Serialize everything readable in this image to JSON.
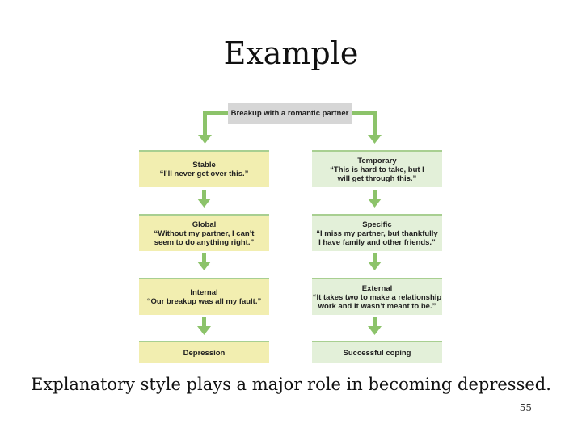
{
  "slide": {
    "title": "Example",
    "caption": "Explanatory style plays a major role in becoming depressed.",
    "page_number": "55"
  },
  "diagram": {
    "top": "Breakup with a romantic partner",
    "left_column": [
      {
        "heading": "Stable",
        "body": "“I’ll never get over this.”"
      },
      {
        "heading": "Global",
        "body": "“Without my partner, I can’t\nseem to do anything right.”"
      },
      {
        "heading": "Internal",
        "body": "“Our breakup was all my fault.”"
      },
      {
        "heading": "Depression",
        "body": ""
      }
    ],
    "right_column": [
      {
        "heading": "Temporary",
        "body": "“This is hard to take, but I\nwill get through this.”"
      },
      {
        "heading": "Specific",
        "body": "“I miss my partner, but thankfully\nI have family and other friends.”"
      },
      {
        "heading": "External",
        "body": "“It takes two to make a relationship\nwork and it wasn’t meant to be.”"
      },
      {
        "heading": "Successful coping",
        "body": ""
      }
    ],
    "colors": {
      "left_box": "#f2eeb0",
      "right_box": "#e3f0d9",
      "arrow": "#8cc36a",
      "top_box": "#d6d6d6"
    }
  }
}
